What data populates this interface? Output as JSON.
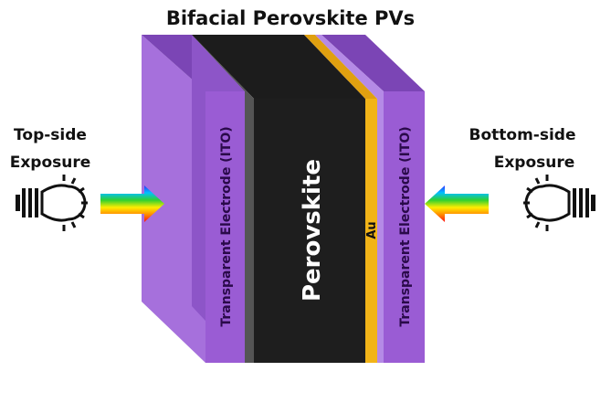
{
  "title": "Bifacial Perovskite PVs",
  "left_label": {
    "line1": "Top-side",
    "line2": "Exposure"
  },
  "right_label": {
    "line1": "Bottom-side",
    "line2": "Exposure"
  },
  "layers": {
    "left_electrode": "Transparent Electrode (ITO)",
    "absorber": "Perovskite",
    "metal": "Au",
    "right_electrode": "Transparent Electrode (ITO)"
  },
  "colors": {
    "ito": "#9c5fd6",
    "ito_dark": "#7d44b8",
    "perovskite": "#1e1e1e",
    "au": "#f2b418"
  }
}
